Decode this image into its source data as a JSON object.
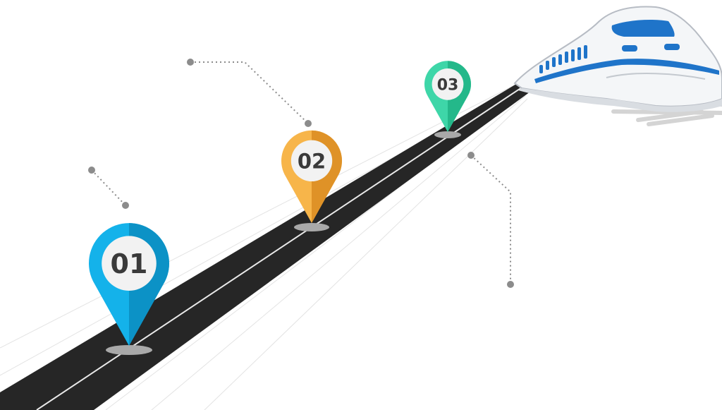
{
  "colors": {
    "road": "#262626",
    "road_line": "#e9e9e9",
    "guide_line": "#e3e3e3",
    "connector": "#8c8c8c",
    "pin_shadow": "#a9a9a9",
    "pin_face": "#f2f2f2"
  },
  "pins": [
    {
      "label": "01",
      "color": "#14b2ea",
      "color_dark": "#0c92c6"
    },
    {
      "label": "02",
      "color": "#f7b54a",
      "color_dark": "#df9227"
    },
    {
      "label": "03",
      "color": "#3ed6a8",
      "color_dark": "#24b88a"
    }
  ],
  "train": {
    "icon": "bullet-train-icon",
    "body_color": "#f4f6f8",
    "stripe_color": "#1f74c9"
  }
}
